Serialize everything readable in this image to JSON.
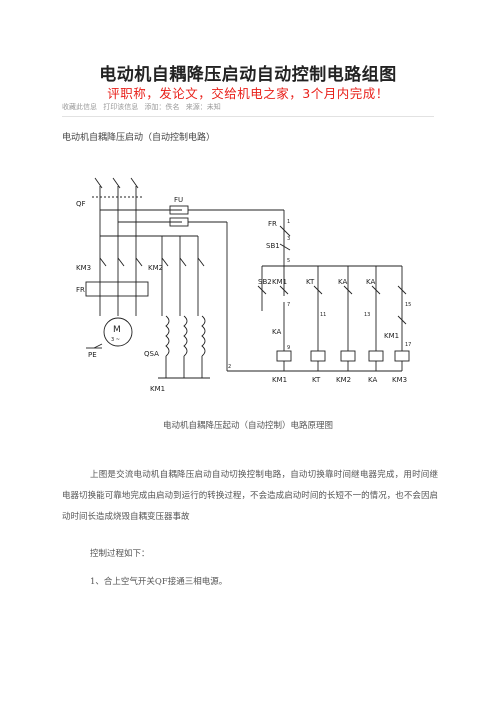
{
  "doc": {
    "title": "电动机自耦降压启动自动控制电路组图",
    "ad_banner": "评职称，发论文，交给机电之家，3个月内完成！",
    "meta": [
      "收藏此信息",
      "打印该信息",
      "添加：佚名",
      "来源：未知"
    ],
    "subheading": "电动机自耦降压启动（自动控制电路）",
    "caption": "电动机自耦降压起动（自动控制）电路原理图",
    "paragraph": "上图是交流电动机自耦降压启动自动切换控制电路，自动切换靠时间继电器完成，用时间继电器切换能可靠地完成由启动到运行的转换过程，不会造成启动时间的长短不一的情况，也不会因启动时间长造成烧毁自耦变压器事故",
    "process_heading": "控制过程如下：",
    "step1": "1、合上空气开关QF接通三相电源。"
  },
  "diagram_labels": {
    "qf": "QF",
    "fu": "FU",
    "km3": "KM3",
    "km2": "KM2",
    "fr": "FR",
    "motor": "M",
    "motor_sub": "3 ~",
    "pe": "PE",
    "qsa": "QSA",
    "km1": "KM1",
    "fr_ctrl": "FR",
    "sb1": "SB1",
    "sb2": "SB2",
    "km1_c": "KM1",
    "kt_c": "KT",
    "ka_c1": "KA",
    "ka_c2": "KA",
    "ka_c3": "KA",
    "km1_c2": "KM1",
    "n1": "1",
    "n2": "2",
    "n3": "3",
    "n5": "5",
    "n7": "7",
    "n9": "9",
    "n11": "11",
    "n13": "13",
    "n15": "15",
    "n17": "17",
    "coil_km1": "KM1",
    "coil_kt": "KT",
    "coil_km2": "KM2",
    "coil_ka": "KA",
    "coil_km3": "KM3"
  }
}
